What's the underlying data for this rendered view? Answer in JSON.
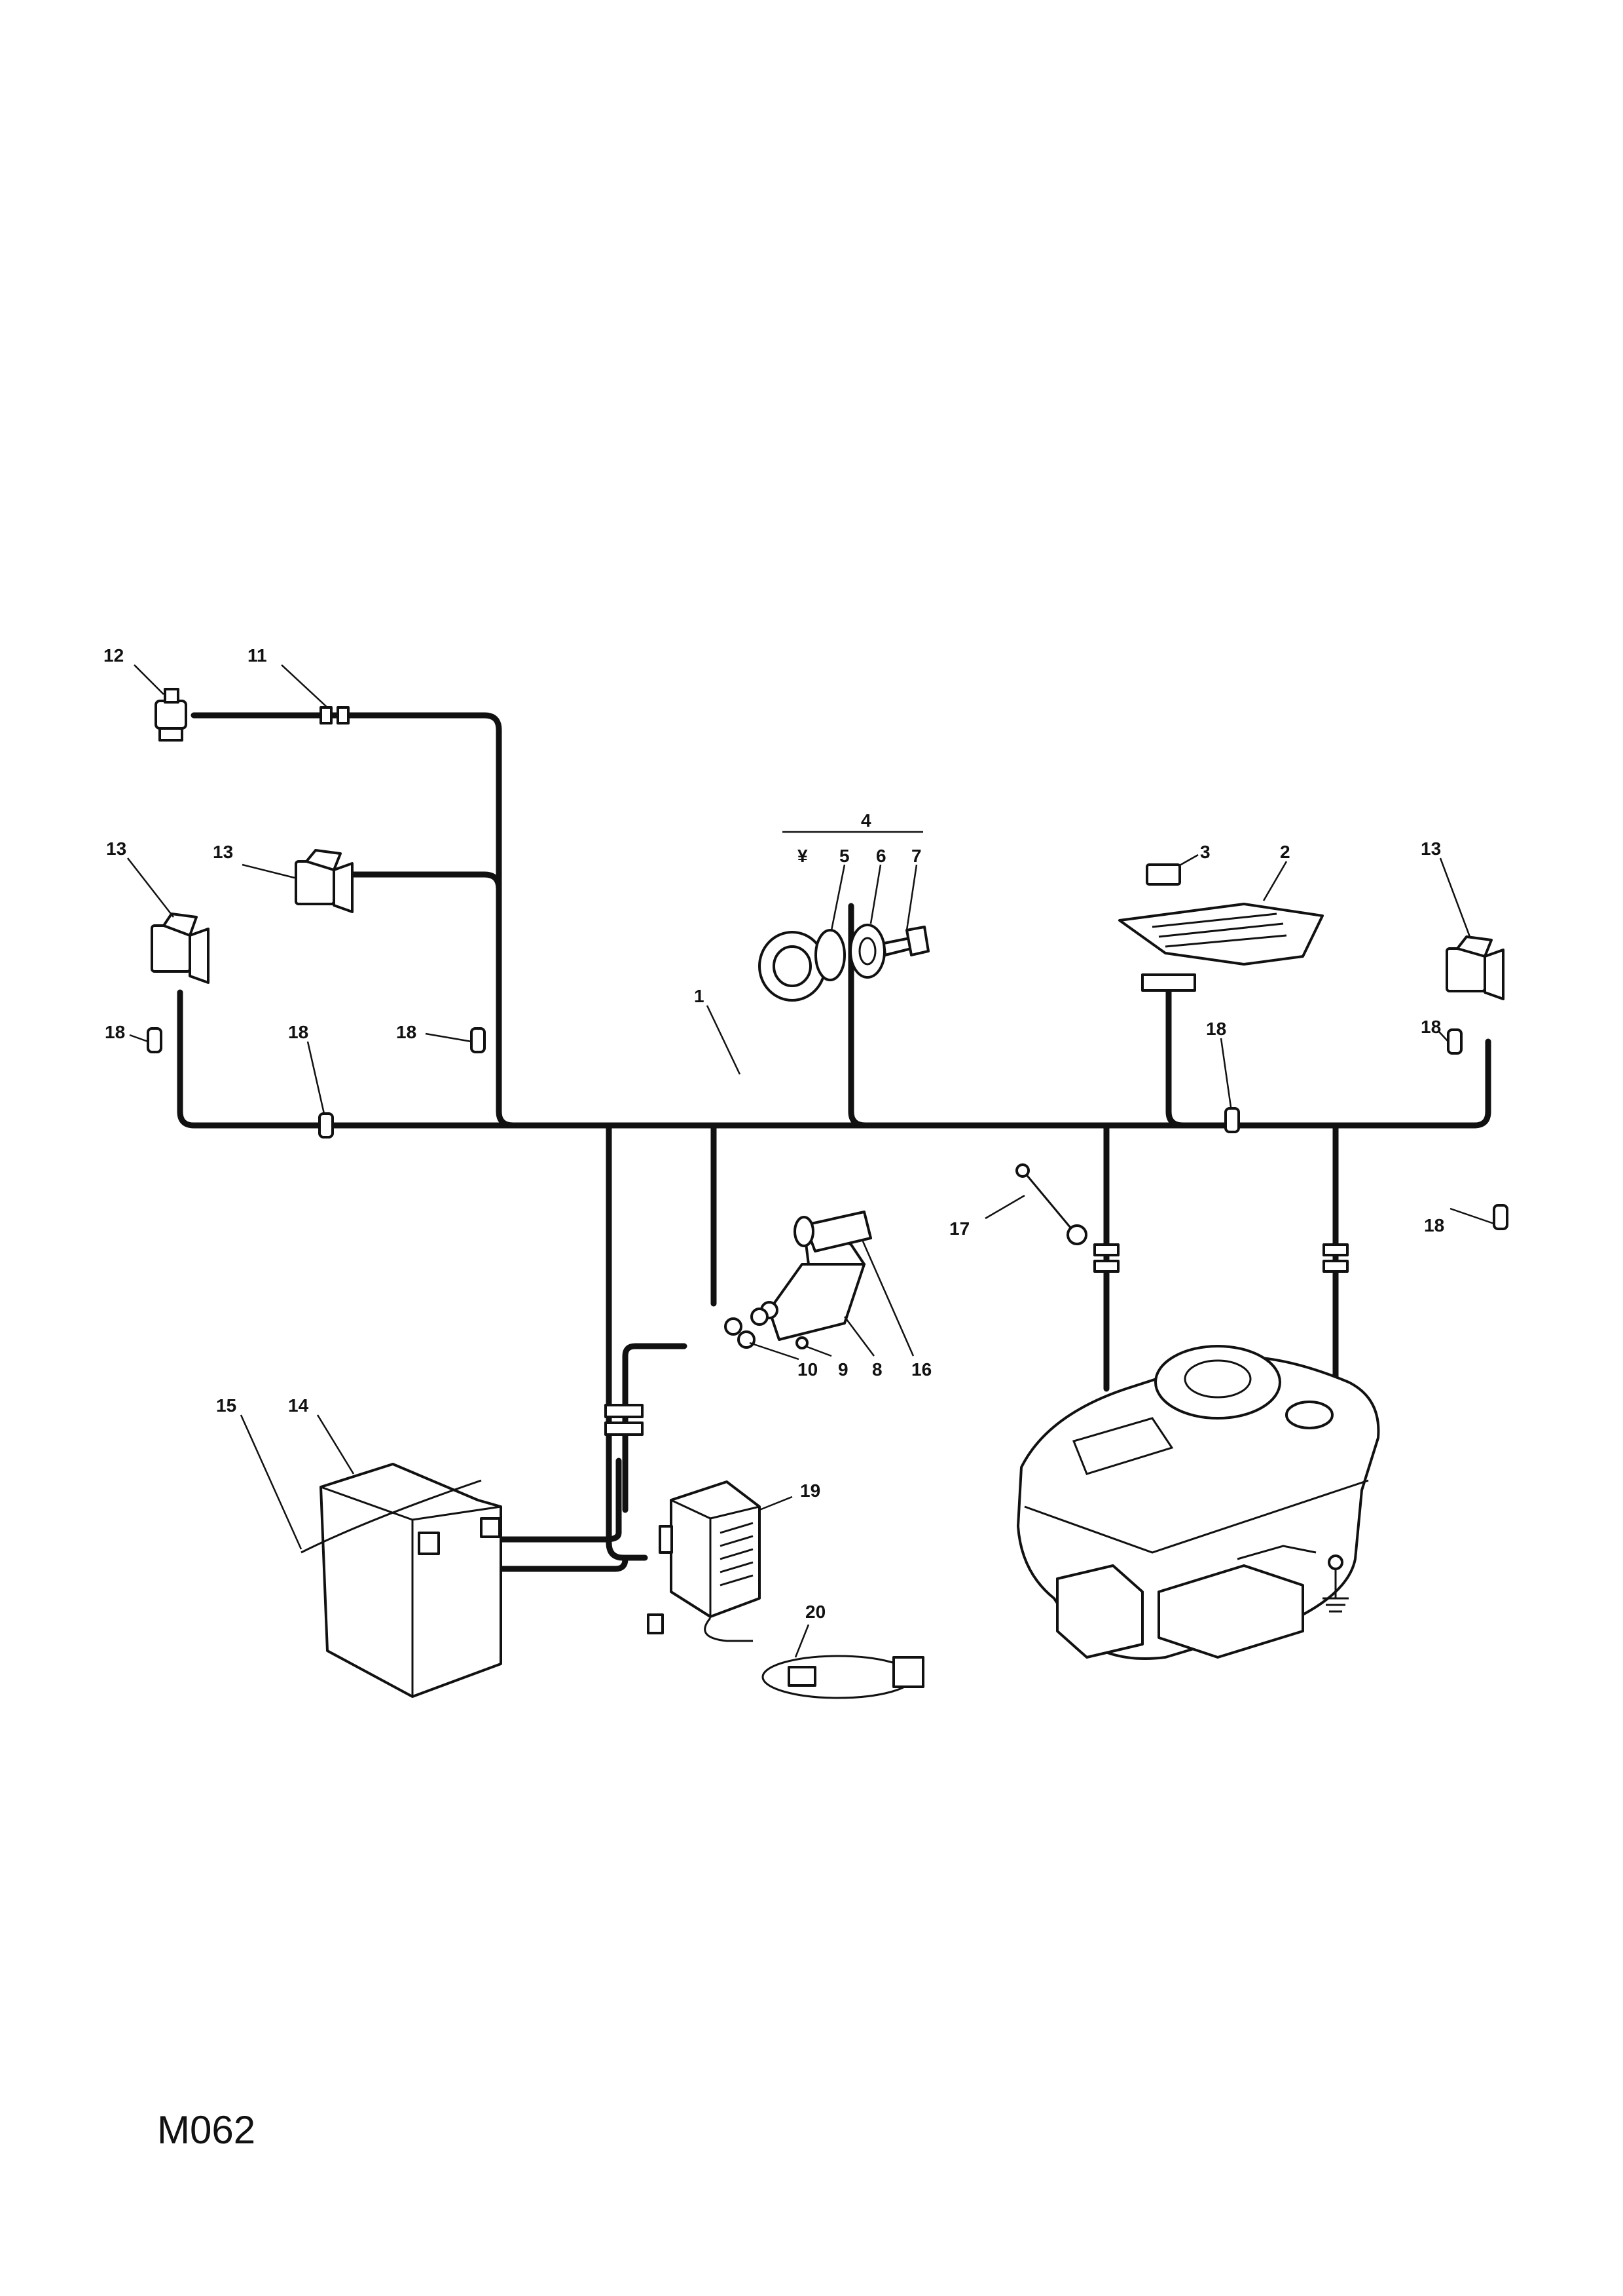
{
  "diagram_code": "M062",
  "callouts": {
    "c1": "1",
    "c2": "2",
    "c3": "3",
    "c4": "4",
    "c4_sub": "¥",
    "c5": "5",
    "c6": "6",
    "c7": "7",
    "c8": "8",
    "c9": "9",
    "c10": "10",
    "c11": "11",
    "c12": "12",
    "c13a": "13",
    "c13b": "13",
    "c13c": "13",
    "c14": "14",
    "c15": "15",
    "c16": "16",
    "c17": "17",
    "c18a": "18",
    "c18b": "18",
    "c18c": "18",
    "c18d": "18",
    "c18e": "18",
    "c18f": "18",
    "c19": "19",
    "c20": "20"
  }
}
